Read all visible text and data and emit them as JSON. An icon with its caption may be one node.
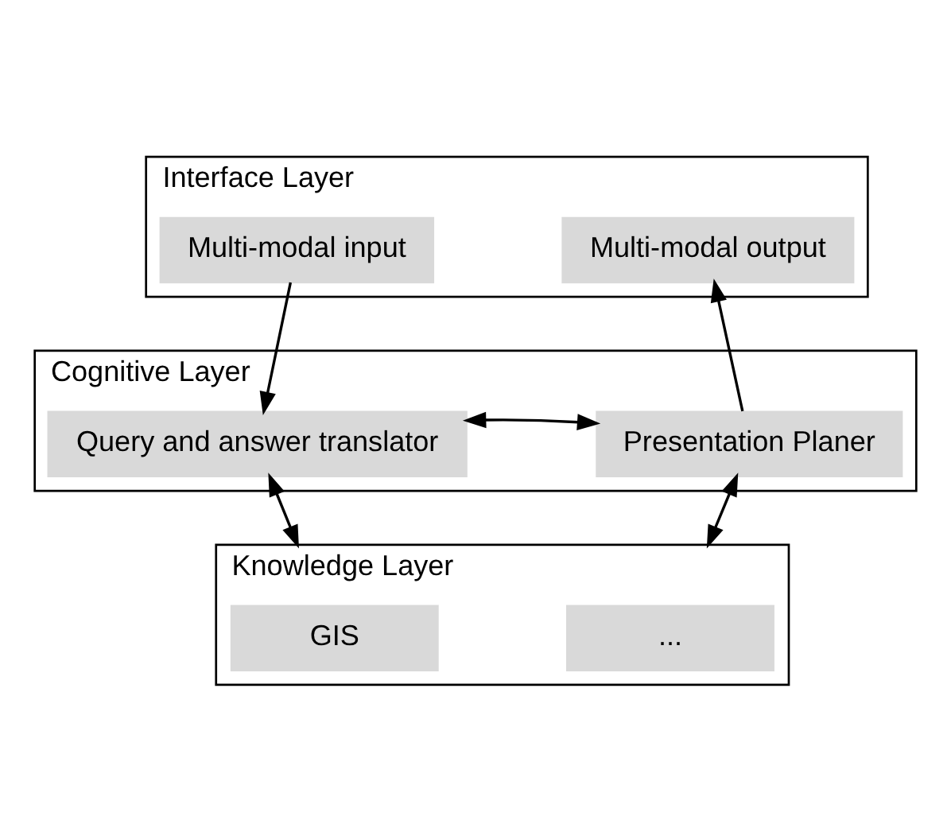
{
  "diagram": {
    "nodes": [
      {
        "text": [
          "Interface Layer"
        ]
      },
      {
        "text": [
          "Multi-modal input"
        ],
        "in": 0
      },
      {
        "text": [
          "Multi-modal output"
        ],
        "in": 0
      },
      {
        "text": [
          "Cognitive Layer"
        ]
      },
      {
        "text": [
          "Query and answer translator"
        ],
        "in": 3
      },
      {
        "text": [
          "Presentation Planer"
        ],
        "in": 3
      },
      {
        "text": [
          "Knowledge Layer"
        ]
      },
      {
        "text": [
          "GIS"
        ],
        "in": 6
      },
      {
        "text": [
          "..."
        ],
        "in": 6
      }
    ],
    "edges": [
      {
        "from": 1,
        "to": 4,
        "arrow": "to"
      },
      {
        "from": 5,
        "to": 2,
        "arrow": "to"
      },
      {
        "from": 4,
        "to": 5,
        "arrow": "both"
      },
      {
        "from": 4,
        "to": 6,
        "arrow": "both"
      },
      {
        "from": 5,
        "to": 6,
        "arrow": "both"
      }
    ]
  }
}
